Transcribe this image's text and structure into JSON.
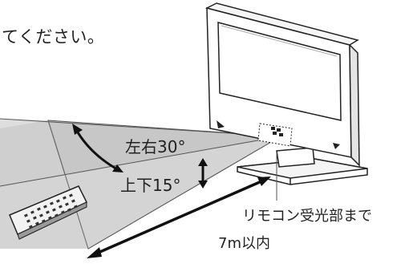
{
  "text": {
    "heading_fragment": "てください。",
    "horizontal_angle_label": "左右30°",
    "vertical_angle_label": "上下15°",
    "sensor_label": "リモコン受光部まで",
    "distance_label": "7m以内"
  },
  "colors": {
    "cone_fill": "#c9c9c9",
    "cone_fill_light": "#dedede",
    "line": "#222222",
    "tv_screen": "#ffffff",
    "background": "#ffffff"
  },
  "icons": {
    "remote_control": "remote-control-icon",
    "television": "tv-icon",
    "distance_arrow": "double-arrow-icon"
  }
}
